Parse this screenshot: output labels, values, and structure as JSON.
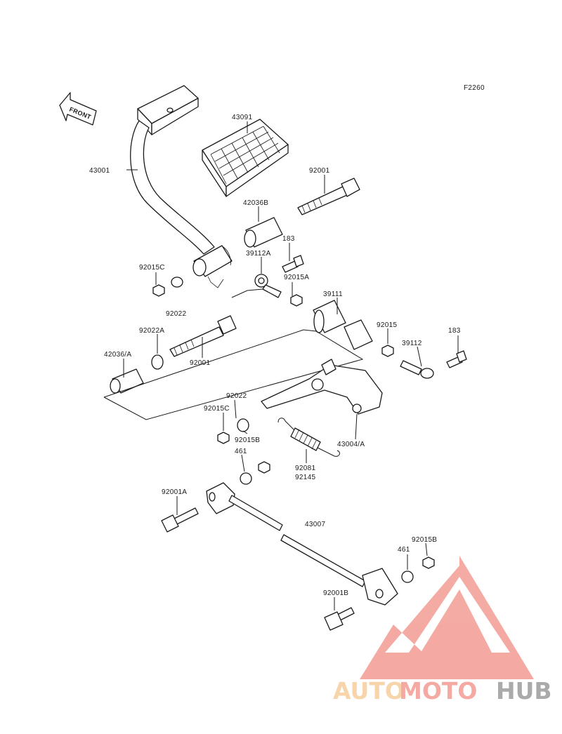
{
  "diagram": {
    "code": "F2260",
    "front_label": "FRONT",
    "labels": {
      "p43091": "43091",
      "p43001": "43001",
      "p92001_top": "92001",
      "p42036b": "42036B",
      "p183_top": "183",
      "p39112a": "39112A",
      "p92015c_top": "92015C",
      "p92015a": "92015A",
      "p92022_top": "92022",
      "p39111": "39111",
      "p92022a": "92022A",
      "p92015": "92015",
      "p183_right": "183",
      "p39112": "39112",
      "p42036a": "42036/A",
      "p92001_mid": "92001",
      "p92022_mid": "92022",
      "p92015c_mid": "92015C",
      "p92015b_mid": "92015B",
      "p43004a": "43004/A",
      "p461_mid": "461",
      "p92081": "92081",
      "p92145": "92145",
      "p92001a": "92001A",
      "p43007": "43007",
      "p92015b_right": "92015B",
      "p461_right": "461",
      "p92001b": "92001B"
    }
  },
  "watermark": {
    "text_auto": "AUTO",
    "text_moto": "MOTO",
    "text_hub": "HUB",
    "color_auto": "#f5c48a",
    "color_moto": "#f08a80",
    "color_hub": "#8a8a8a",
    "triangle_color": "#f08a80"
  }
}
